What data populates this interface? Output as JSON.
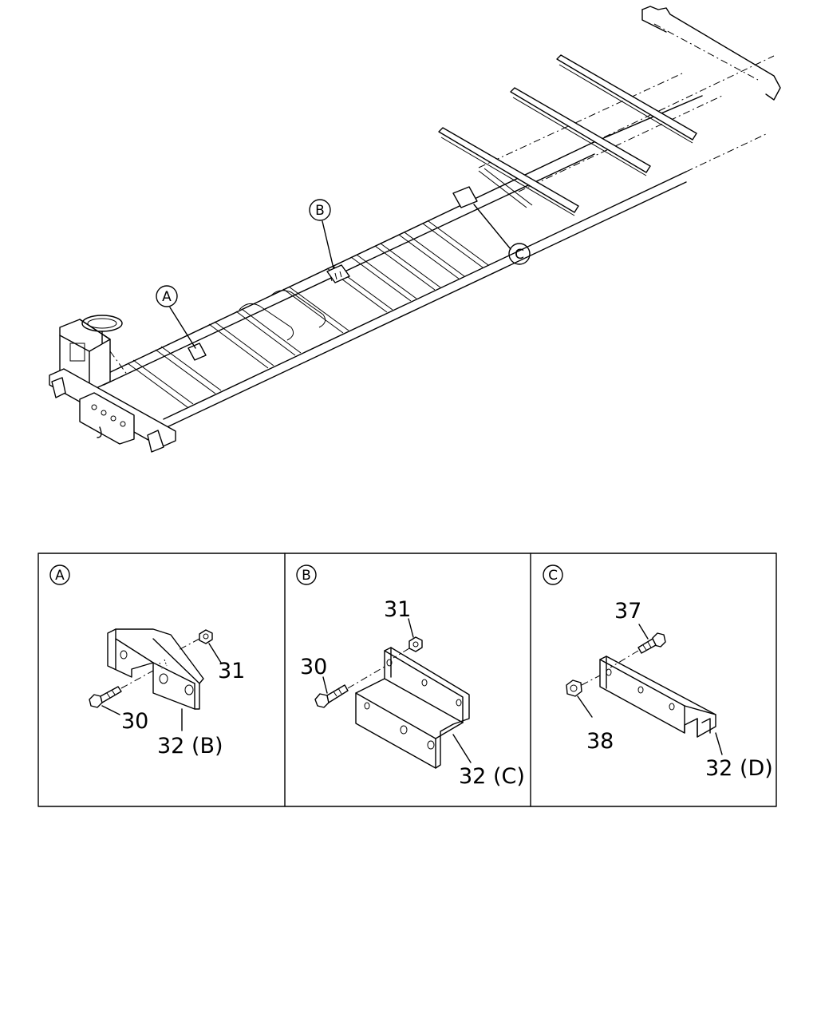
{
  "callouts": {
    "a": "A",
    "b": "B",
    "c": "C"
  },
  "panels": [
    {
      "letter": "A",
      "parts": {
        "bolt": "30",
        "nut": "31",
        "bracket": "32 (B)"
      }
    },
    {
      "letter": "B",
      "parts": {
        "bolt": "30",
        "nut": "31",
        "bracket": "32 (C)"
      }
    },
    {
      "letter": "C",
      "parts": {
        "bolt": "37",
        "nut": "38",
        "bracket": "32 (D)"
      }
    }
  ]
}
